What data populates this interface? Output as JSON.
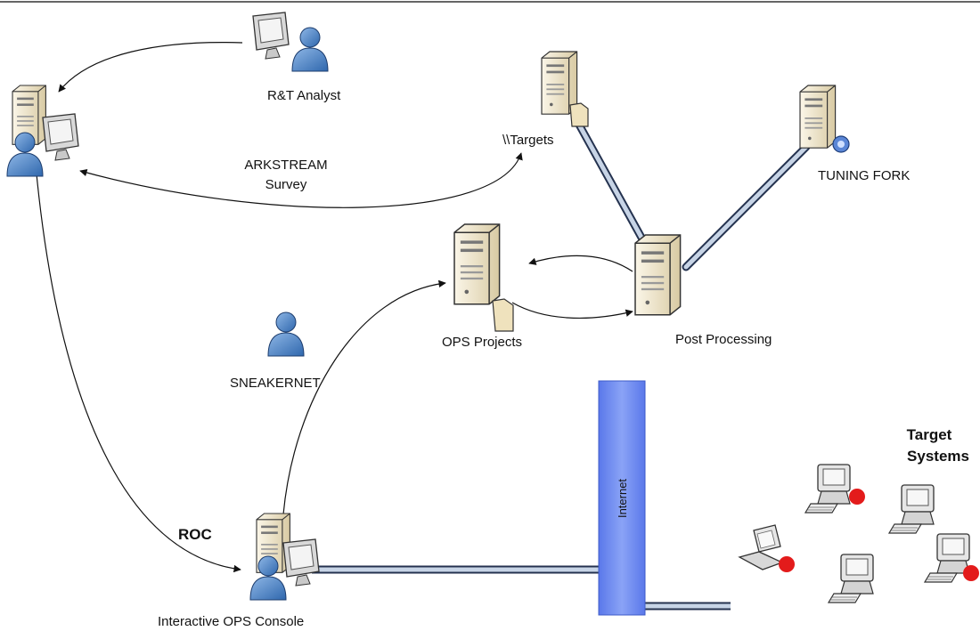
{
  "diagram": {
    "nodes": {
      "rt_analyst": "R&T Analyst",
      "targets": "\\\\Targets",
      "tuning_fork": "TUNING FORK",
      "arkstream_line1": "ARKSTREAM",
      "arkstream_line2": "Survey",
      "ops_projects": "OPS Projects",
      "post_processing": "Post Processing",
      "sneakernet": "SNEAKERNET",
      "roc": "ROC",
      "ops_console": "Interactive OPS Console",
      "internet": "Internet",
      "target_systems_line1": "Target",
      "target_systems_line2": "Systems"
    },
    "colors": {
      "link_fill": "#c7d4e6",
      "link_stroke": "#24324f",
      "internet_bar": "#6f8ff0",
      "person": "#4e86c9",
      "server": "#e9dfc4",
      "alert_dot": "#e31b1b"
    }
  }
}
